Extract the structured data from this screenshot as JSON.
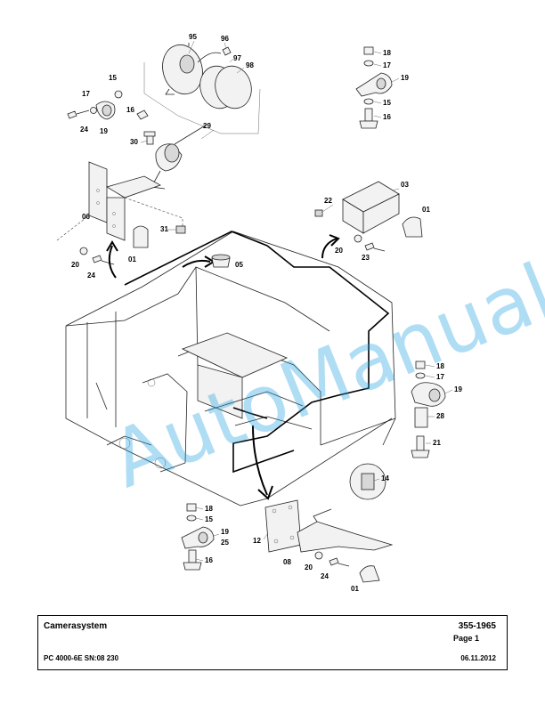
{
  "title_block": {
    "title": "Camerasystem",
    "part_number": "355-1965",
    "page": "Page 1",
    "machine": "PC 4000-6E SN:08 230",
    "date": "06.11.2012"
  },
  "watermark": "AutoManual",
  "callouts": {
    "c95": "95",
    "c96": "96",
    "c97": "97",
    "c98": "98",
    "c29": "29",
    "c30": "30",
    "tl15": "15",
    "tl17": "17",
    "tl24": "24",
    "tl19": "19",
    "tl16": "16",
    "c06": "06",
    "c31": "31",
    "l01": "01",
    "l20": "20",
    "l24": "24",
    "c05": "05",
    "tr18": "18",
    "tr17": "17",
    "tr19": "19",
    "tr15": "15",
    "tr16": "16",
    "c22": "22",
    "c03": "03",
    "r01": "01",
    "r20": "20",
    "r23": "23",
    "m18": "18",
    "m17": "17",
    "m19": "19",
    "m28": "28",
    "m21": "21",
    "c14": "14",
    "b18": "18",
    "b15": "15",
    "b19": "19",
    "b25": "25",
    "b16": "16",
    "c12": "12",
    "c08": "08",
    "b20": "20",
    "b24": "24",
    "b01": "01"
  },
  "colors": {
    "watermark": "#1ea0e0",
    "lines": "#222222"
  }
}
